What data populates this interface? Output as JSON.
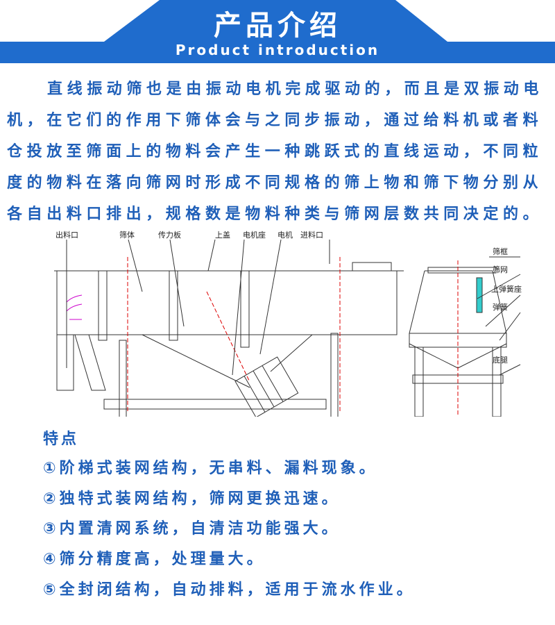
{
  "header": {
    "title_cn": "产品介绍",
    "title_en": "Product introduction"
  },
  "intro": "直线振动筛也是由振动电机完成驱动的，而且是双振动电机，在它们的作用下筛体会与之同步振动，通过给料机或者料仓投放至筛面上的物料会产生一种跳跃式的直线运动，不同粒度的物料在落向筛网时形成不同规格的筛上物和筛下物分别从各自出料口排出，规格数是物料种类与筛网层数共同决定的。",
  "diagram": {
    "labels": [
      "出料口",
      "筛体",
      "传力板",
      "上盖",
      "电机座",
      "电机",
      "进料口"
    ],
    "side_labels": [
      "筛框",
      "筛网",
      "上弹簧座",
      "弹簧",
      "底腿"
    ]
  },
  "features": {
    "title": "特点",
    "items": [
      "①阶梯式装网结构，无串料、漏料现象。",
      "②独特式装网结构，筛网更换迅速。",
      "③内置清网系统，自清洁功能强大。",
      "④筛分精度高，处理量大。",
      "⑤全封闭结构，自动排料，适用于流水作业。"
    ]
  },
  "colors": {
    "brand": "#1f6ccd",
    "text": "#1f5fb8"
  }
}
